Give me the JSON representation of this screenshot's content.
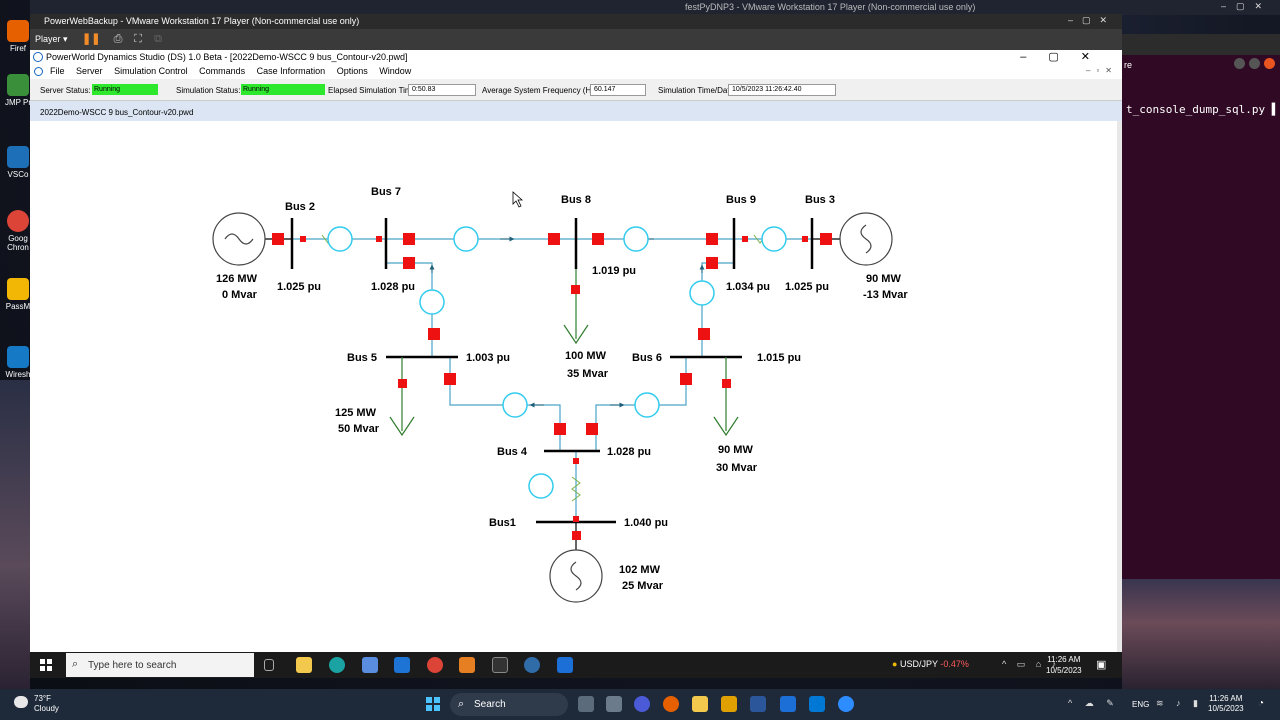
{
  "host": {
    "desktop_icons": [
      "Firef",
      "JMP Pr",
      "VSCo",
      "Goog Chron",
      "PassM",
      "Wiresh"
    ],
    "other_vm_title": "festPyDNP3 - VMware Workstation 17 Player (Non-commercial use only)",
    "terminal": {
      "prompt_text": "t_console_dump_sql.py",
      "side_text": "re"
    },
    "taskbar": {
      "weather_temp": "73°F",
      "weather_desc": "Cloudy",
      "search_label": "Search",
      "lang": "ENG",
      "time": "11:26 AM",
      "date": "10/5/2023"
    }
  },
  "vmware": {
    "title": "PowerWebBackup - VMware Workstation 17 Player (Non-commercial use only)",
    "player_label": "Player ▾"
  },
  "app": {
    "title": "PowerWorld Dynamics Studio (DS) 1.0 Beta - [2022Demo-WSCC 9 bus_Contour-v20.pwd]",
    "menu": [
      "File",
      "Server",
      "Simulation Control",
      "Commands",
      "Case Information",
      "Options",
      "Window"
    ],
    "status": {
      "server_status_label": "Server Status:",
      "server_status_value": "Running",
      "sim_status_label": "Simulation Status:",
      "sim_status_value": "Running",
      "elapsed_label": "Elapsed Simulation Time",
      "elapsed_value": "0:50.83",
      "freq_label": "Average System Frequency (Hz)",
      "freq_value": "60.147",
      "simtime_label": "Simulation Time/Date",
      "simtime_value": "10/5/2023    11:26:42.40"
    },
    "document_tab": "2022Demo-WSCC 9 bus_Contour-v20.pwd"
  },
  "diagram": {
    "buses": [
      {
        "name": "Bus 2",
        "voltage": "1.025 pu"
      },
      {
        "name": "Bus 7",
        "voltage": "1.028 pu"
      },
      {
        "name": "Bus 8",
        "voltage": "1.019 pu"
      },
      {
        "name": "Bus 9",
        "voltage": "1.034 pu"
      },
      {
        "name": "Bus 3",
        "voltage": "1.025 pu"
      },
      {
        "name": "Bus 5",
        "voltage": "1.003 pu"
      },
      {
        "name": "Bus 6",
        "voltage": "1.015 pu"
      },
      {
        "name": "Bus 4",
        "voltage": "1.028 pu"
      },
      {
        "name": "Bus1",
        "voltage": "1.040 pu"
      }
    ],
    "generators": [
      {
        "bus": "Bus 2",
        "mw": "126 MW",
        "mvar": "0 Mvar"
      },
      {
        "bus": "Bus 3",
        "mw": "90 MW",
        "mvar": "-13 Mvar"
      },
      {
        "bus": "Bus1",
        "mw": "102 MW",
        "mvar": "25 Mvar"
      }
    ],
    "loads": [
      {
        "bus": "Bus 8",
        "mw": "100 MW",
        "mvar": "35 Mvar"
      },
      {
        "bus": "Bus 5",
        "mw": "125 MW",
        "mvar": "50 Mvar"
      },
      {
        "bus": "Bus 6",
        "mw": "90 MW",
        "mvar": "30 Mvar"
      }
    ],
    "colors": {
      "breaker": "#ee1111",
      "line": "#4aa3c8",
      "flow_circle": "#33ccee",
      "load_arrow": "#2f7d2f"
    }
  },
  "guest_taskbar": {
    "search_placeholder": "Type here to search",
    "ticker_symbol": "USD/JPY",
    "ticker_change": "-0.47%",
    "time": "11:26 AM",
    "date": "10/5/2023"
  }
}
